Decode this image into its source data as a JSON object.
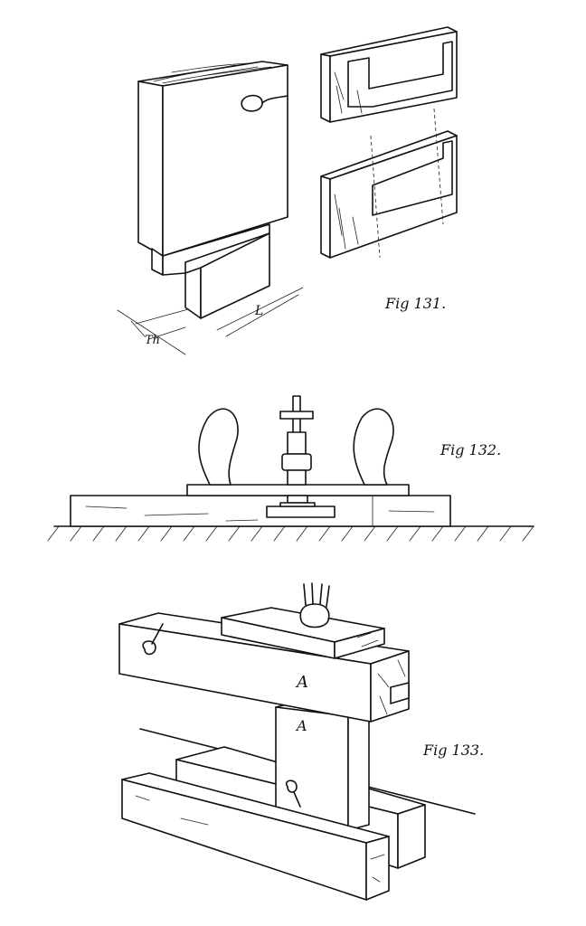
{
  "figures": [
    {
      "caption": "Fig 131.",
      "labels": {
        "thickness": "Th",
        "length": "L"
      }
    },
    {
      "caption": "Fig 132."
    },
    {
      "caption": "Fig 133.",
      "labels": {
        "mark_upper": "A",
        "mark_lower": "A"
      }
    }
  ],
  "colors": {
    "ink": "#111111",
    "paper": "#ffffff"
  }
}
